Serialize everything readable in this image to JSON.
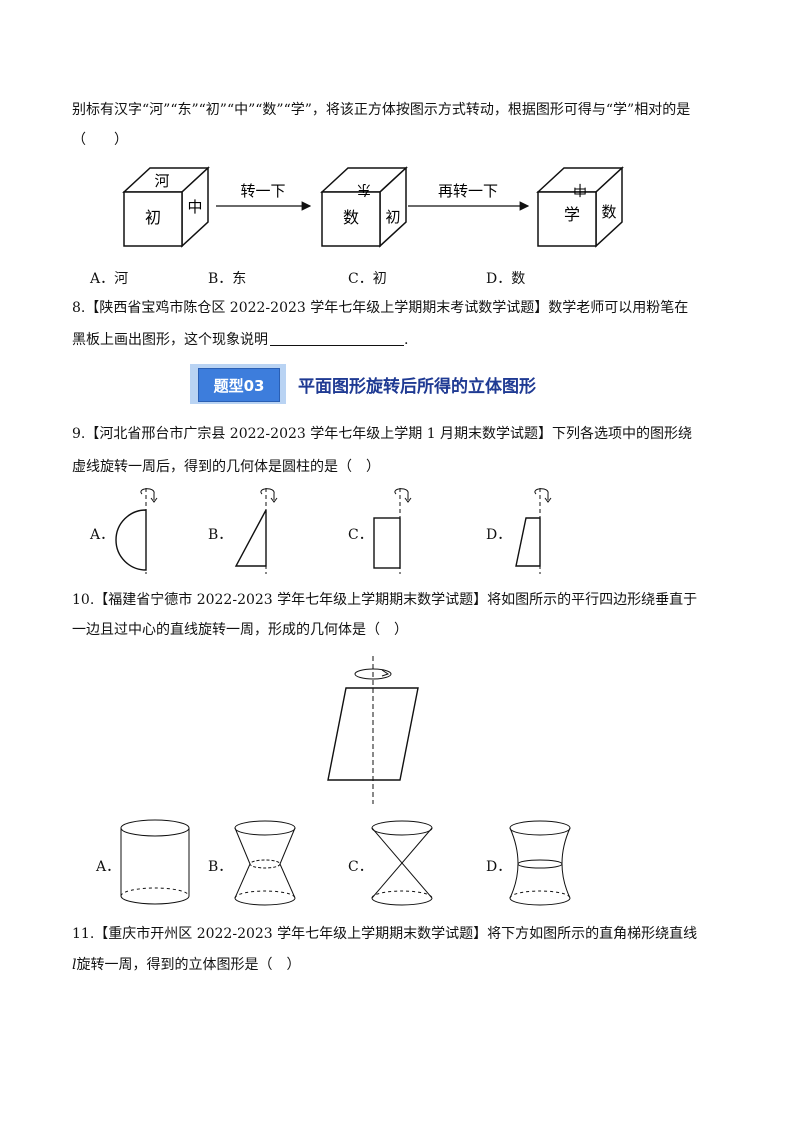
{
  "q7": {
    "line1": "别标有汉字“河”“东”“初”“中”“数”“学”，将该正方体按图示方式转动，根据图形可得与“学”相对的是",
    "line2": "（　　）",
    "cube1": {
      "top": "河",
      "front": "初",
      "side": "中"
    },
    "cube2": {
      "top": "东",
      "front": "数",
      "side": "初"
    },
    "cube3": {
      "top": "中",
      "front": "学",
      "side": "数"
    },
    "arrow1": "转一下",
    "arrow2": "再转一下",
    "options": [
      "A．河",
      "B．东",
      "C．初",
      "D．数"
    ]
  },
  "q8": {
    "line1": "8.【陕西省宝鸡市陈仓区 2022-2023 学年七年级上学期期末考试数学试题】数学老师可以用粉笔在",
    "line2_pre": "黑板上画出图形，这个现象说明",
    "line2_post": "."
  },
  "section": {
    "badge": "题型03",
    "title": "平面图形旋转后所得的立体图形"
  },
  "q9": {
    "line1": "9.【河北省邢台市广宗县 2022-2023 学年七年级上学期 1 月期末数学试题】下列各选项中的图形绕",
    "line2": "虚线旋转一周后，得到的几何体是圆柱的是（　）",
    "options": [
      "A．",
      "B．",
      "C．",
      "D．"
    ]
  },
  "q10": {
    "line1": "10.【福建省宁德市 2022-2023 学年七年级上学期期末数学试题】将如图所示的平行四边形绕垂直于",
    "line2": "一边且过中心的直线旋转一周，形成的几何体是（　）",
    "options": [
      "A．",
      "B．",
      "C．",
      "D．"
    ]
  },
  "q11": {
    "line1": "11.【重庆市开州区 2022-2023 学年七年级上学期期末数学试题】将下方如图所示的直角梯形绕直线",
    "line2_var": "l",
    "line2": "旋转一周，得到的立体图形是（　）"
  }
}
